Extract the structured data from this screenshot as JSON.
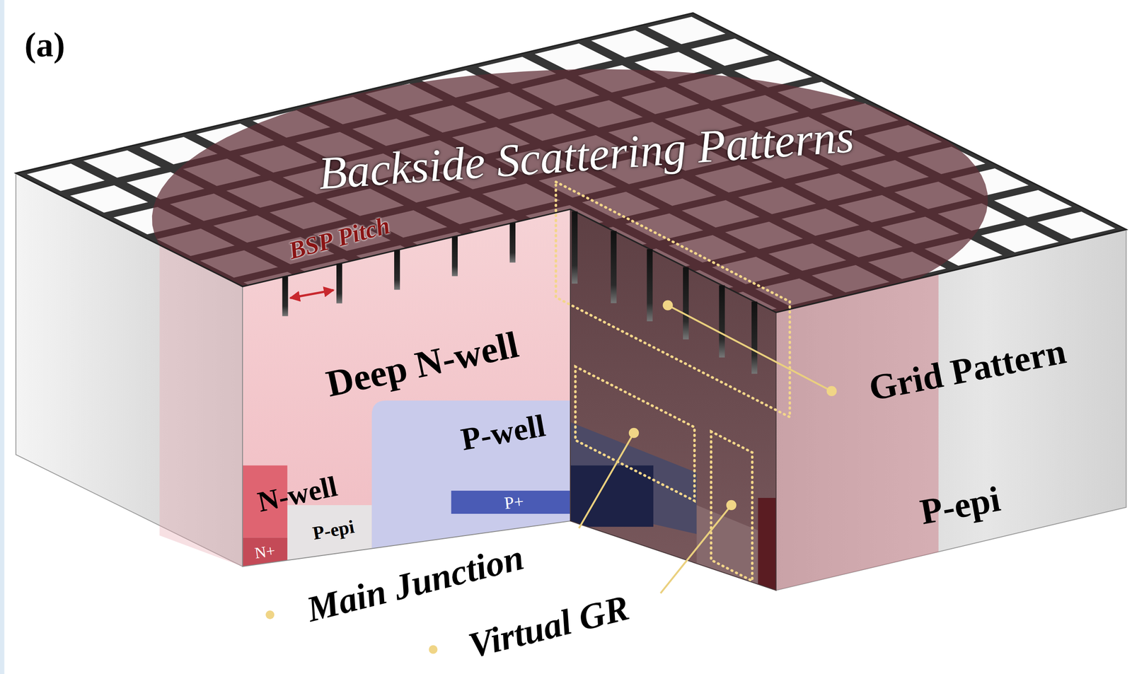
{
  "diagram": {
    "labels": [
      "(a)",
      "Backside Scattering Patterns",
      "BSP Pitch",
      "Deep N-well",
      "Grid Pattern",
      "P-well",
      "N-well",
      "P+",
      "P-epi",
      "N+",
      "P-epi",
      "Main Junction",
      "Virtual GR"
    ]
  }
}
